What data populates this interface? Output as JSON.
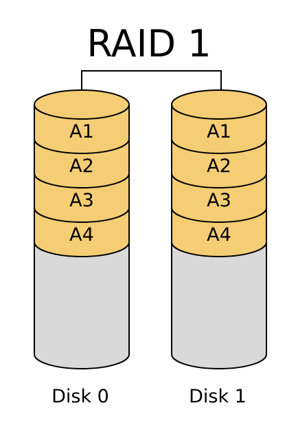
{
  "title": "RAID 1",
  "disks": [
    {
      "label": "Disk 0",
      "blocks": [
        "A1",
        "A2",
        "A3",
        "A4"
      ]
    },
    {
      "label": "Disk 1",
      "blocks": [
        "A1",
        "A2",
        "A3",
        "A4"
      ]
    }
  ],
  "colors": {
    "block_fill": "#f5cd74",
    "empty_fill": "#d9d9d9",
    "stroke": "#000000",
    "background": "#ffffff"
  }
}
